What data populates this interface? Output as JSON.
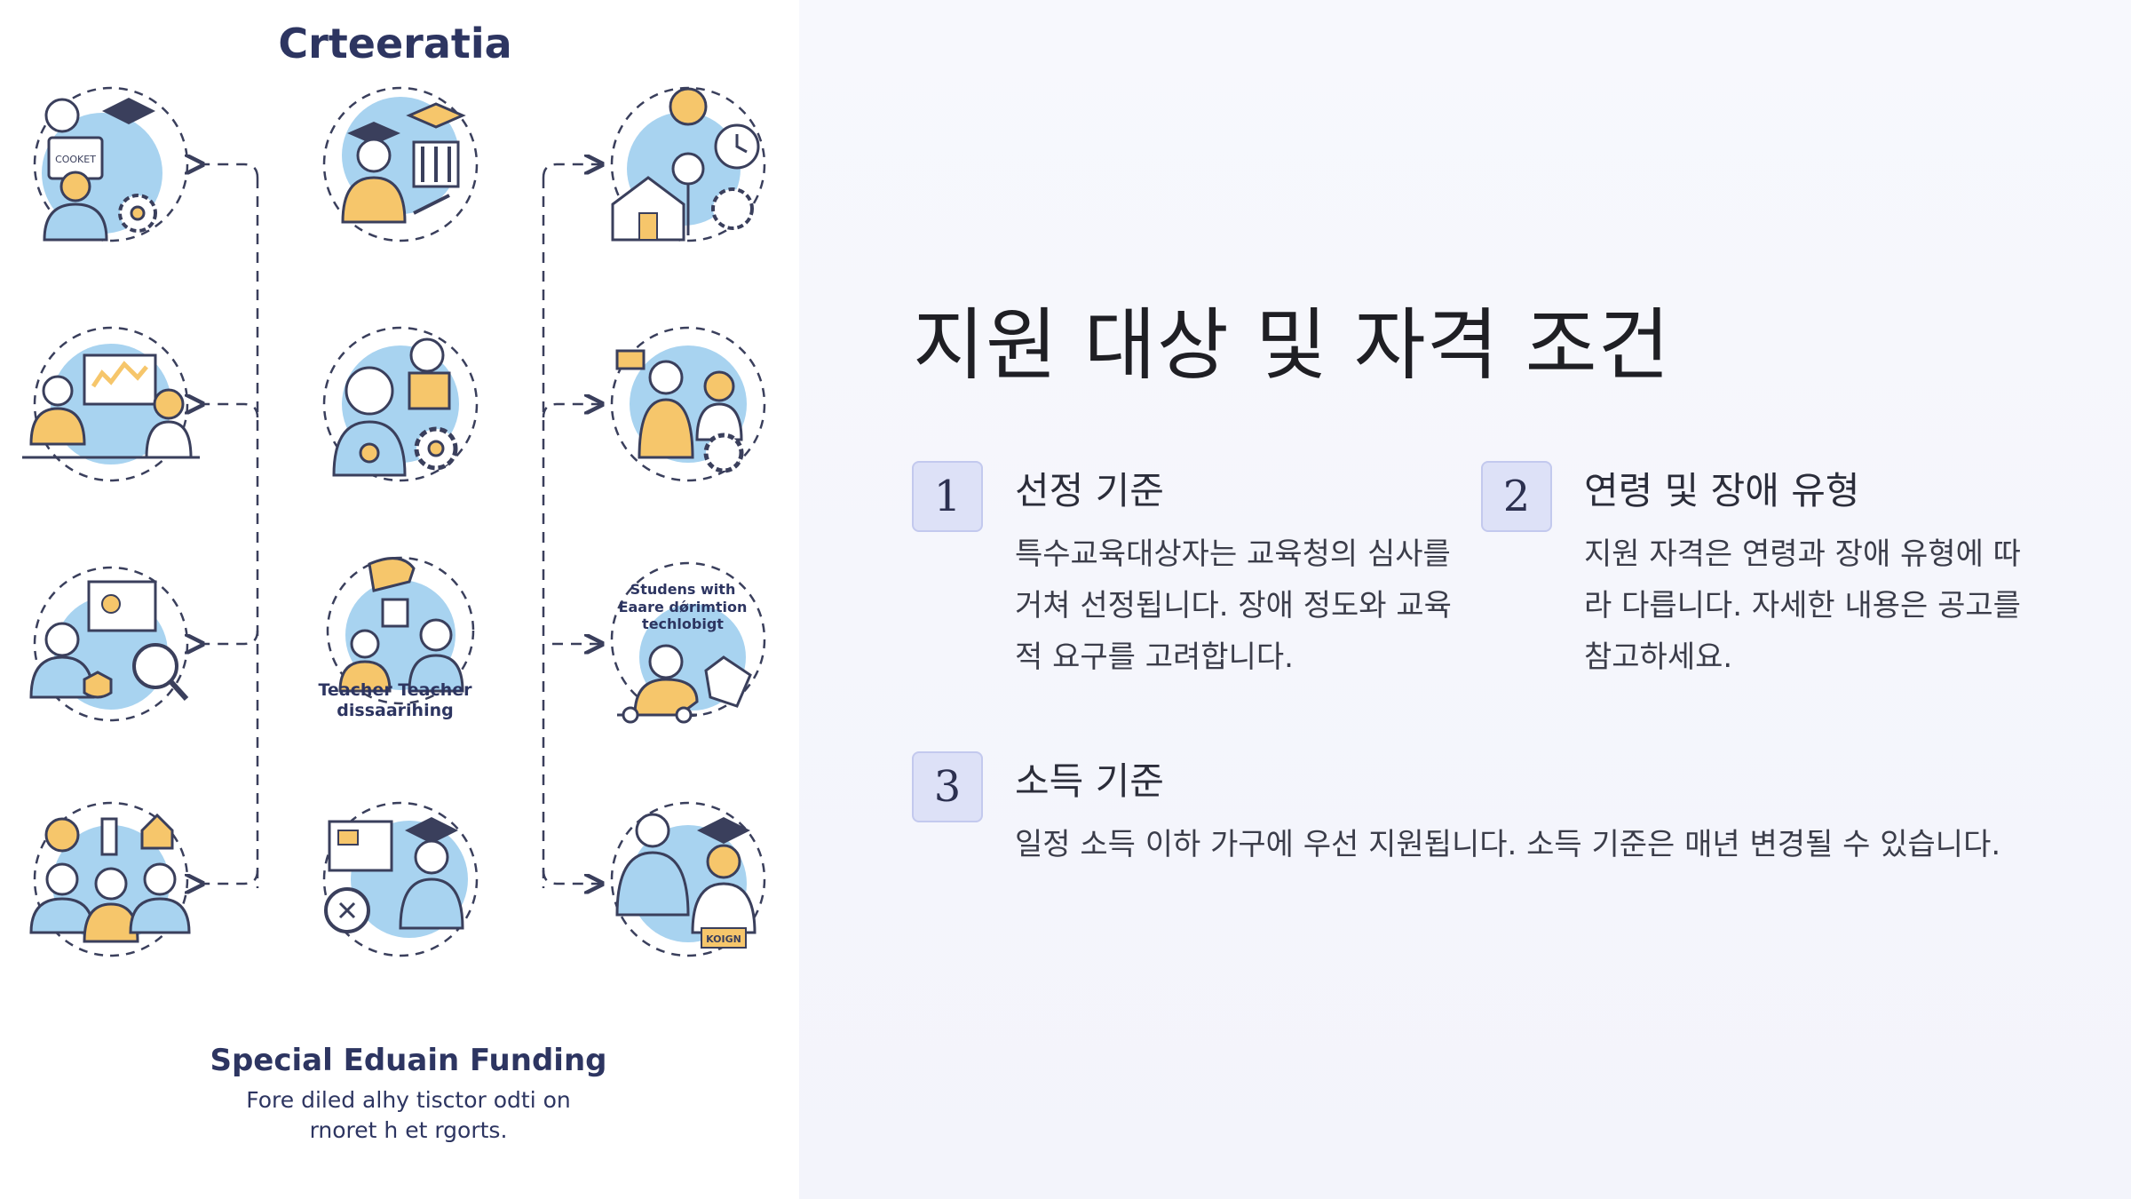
{
  "infographic": {
    "title": "Crteeratia",
    "center_caption_line1": "Teacher Teacher",
    "center_caption_line2": "dissaarihing",
    "right_caption_line1": "Studens with",
    "right_caption_line2": "Eaare dǿrimtion",
    "right_caption_line3": "techlobigt",
    "bottom_title": "Special Eduain Funding",
    "bottom_sub_line1": "Fore diled alhy tisctor odti on",
    "bottom_sub_line2": "rnoret h et rgorts.",
    "icon_labels": {
      "book_card": "COOKET",
      "award": "KOIGN"
    }
  },
  "slide": {
    "heading": "지원 대상 및 자격 조건",
    "criteria": [
      {
        "number": "1",
        "title": "선정 기준",
        "body": "특수교육대상자는 교육청의 심사를 거쳐 선정됩니다. 장애 정도와 교육적 요구를 고려합니다."
      },
      {
        "number": "2",
        "title": "연령 및 장애 유형",
        "body": "지원 자격은 연령과 장애 유형에 따라 다릅니다. 자세한 내용은 공고를 참고하세요."
      },
      {
        "number": "3",
        "title": "소득 기준",
        "body": "일정 소득 이하 가구에 우선 지원됩니다. 소득 기준은 매년 변경될 수 있습니다."
      }
    ]
  },
  "colors": {
    "navy": "#2d3561",
    "accent_blue": "#a8d3f0",
    "accent_yellow": "#f6c66b",
    "badge_bg": "#dde1f7"
  }
}
